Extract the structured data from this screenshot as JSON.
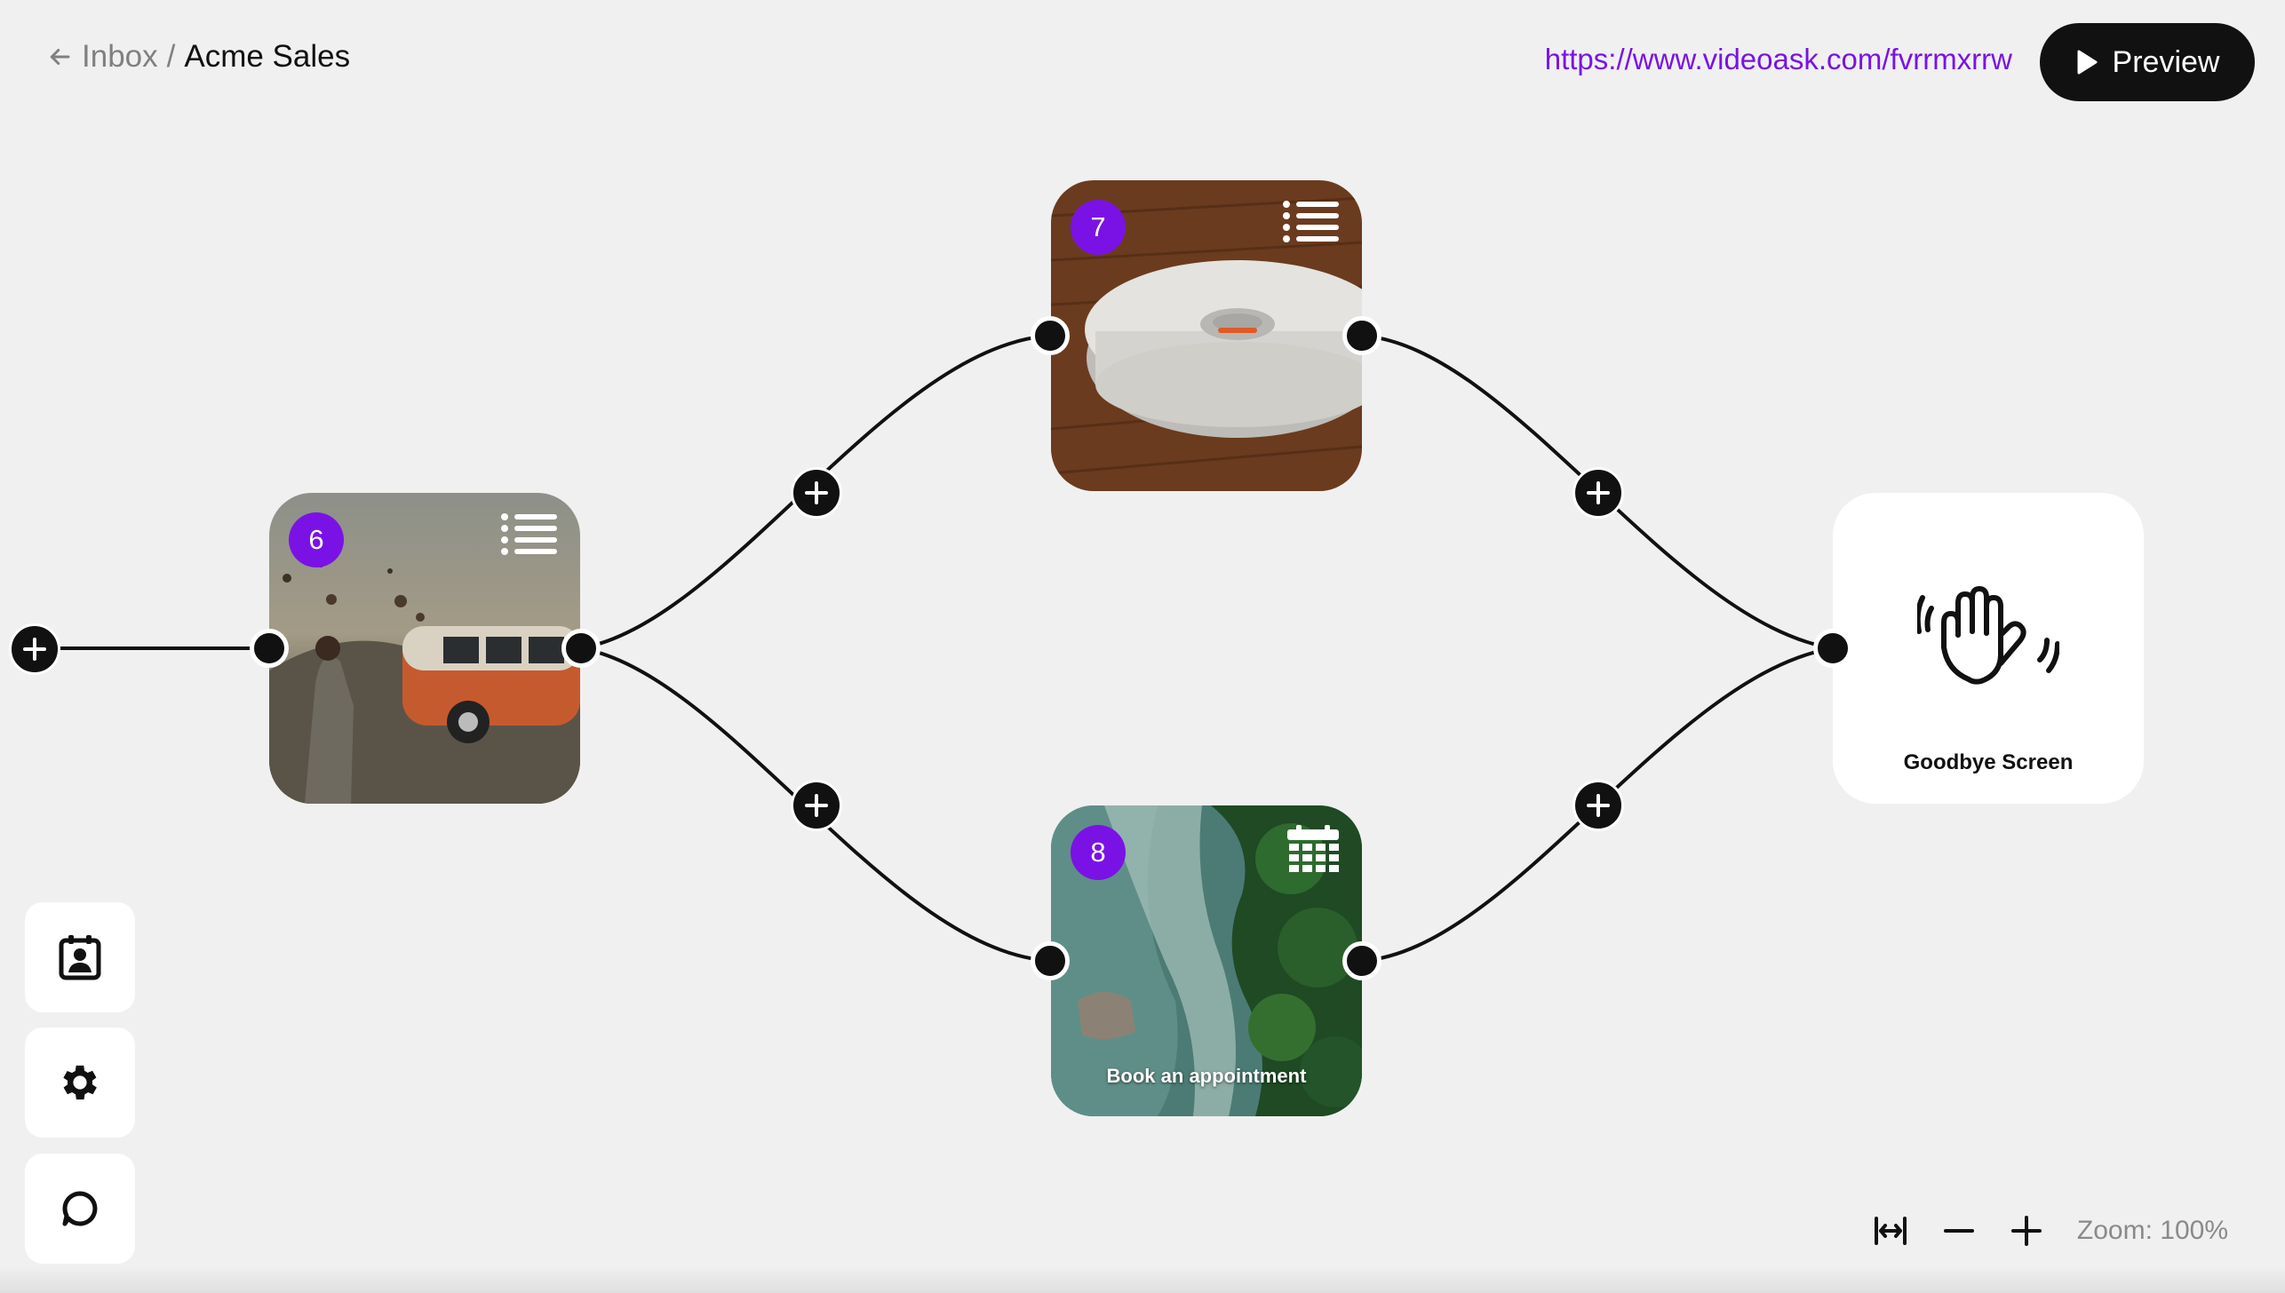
{
  "header": {
    "back_label": "Inbox",
    "separator": "/",
    "title": "Acme Sales",
    "share_url": "https://www.videoask.com/fvrrmxrrw",
    "preview_label": "Preview"
  },
  "nodes": [
    {
      "number": "6",
      "type_icon": "list-icon",
      "caption": ""
    },
    {
      "number": "7",
      "type_icon": "list-icon",
      "caption": ""
    },
    {
      "number": "8",
      "type_icon": "calendar-icon",
      "caption": "Book an appointment"
    }
  ],
  "goodbye": {
    "label": "Goodbye Screen",
    "icon": "waving-hand-icon"
  },
  "sidebar": {
    "items": [
      {
        "icon": "contacts-icon"
      },
      {
        "icon": "gear-icon"
      },
      {
        "icon": "chat-bubble-icon"
      }
    ]
  },
  "zoom": {
    "label": "Zoom: 100%"
  },
  "colors": {
    "accent": "#7a12e6",
    "background": "#f0f0f0",
    "dark": "#111111"
  }
}
